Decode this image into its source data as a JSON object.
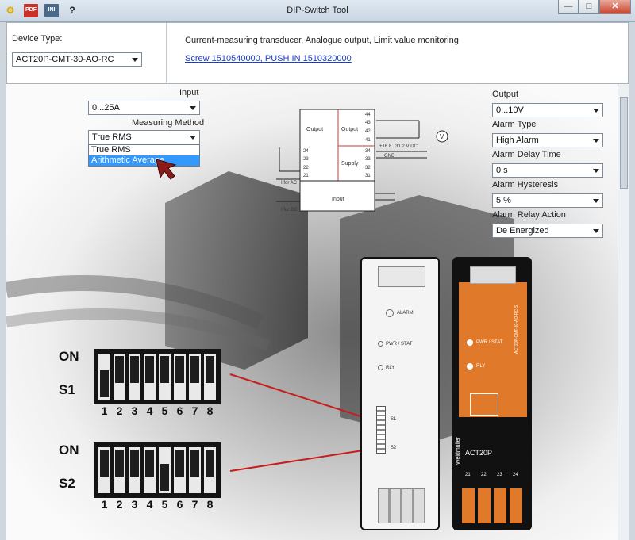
{
  "app": {
    "title": "DIP-Switch Tool",
    "toolbar_icons": [
      "settings-icon",
      "pdf-icon",
      "ini-icon",
      "help-icon"
    ],
    "toolbar_labels": {
      "pdf": "PDF",
      "ini": "INI",
      "help": "?"
    },
    "window_buttons": {
      "minimize": "—",
      "maximize": "□",
      "close": "✕"
    }
  },
  "header": {
    "device_type_label": "Device Type:",
    "device_type_value": "ACT20P-CMT-30-AO-RC",
    "description": "Current-measuring transducer, Analogue output, Limit value monitoring",
    "link_text": "Screw 1510540000, PUSH IN 1510320000"
  },
  "left_panel": {
    "input_label": "Input",
    "input_value": "0...25A",
    "method_label": "Measuring Method",
    "method_value": "True RMS",
    "method_options": [
      "True RMS",
      "Arithmetic Average"
    ],
    "method_highlighted_index": 1
  },
  "right_panel": {
    "output_label": "Output",
    "output_value": "0...10V",
    "alarm_type_label": "Alarm Type",
    "alarm_type_value": "High Alarm",
    "alarm_delay_label": "Alarm Delay Time",
    "alarm_delay_value": "0 s",
    "alarm_hysteresis_label": "Alarm Hysteresis",
    "alarm_hysteresis_value": "5 %",
    "alarm_relay_label": "Alarm Relay Action",
    "alarm_relay_value": "De Energized"
  },
  "diagram": {
    "block_output_left": "Output",
    "block_output_right": "Output",
    "block_supply": "Supply",
    "block_input": "Input",
    "pins_right": [
      "44",
      "43",
      "42",
      "41",
      "34",
      "33",
      "32",
      "31"
    ],
    "pins_left": [
      "24",
      "23",
      "22",
      "21"
    ],
    "supply_text": "+16.8...31.2 V DC",
    "gnd_text": "GND",
    "iac_text": "I for AC",
    "idc_text": "I for DC",
    "voltmeter": "V"
  },
  "dip": {
    "on_label": "ON",
    "s1_label": "S1",
    "s2_label": "S2",
    "numbers": [
      "1",
      "2",
      "3",
      "4",
      "5",
      "6",
      "7",
      "8"
    ],
    "s1_positions": [
      "off",
      "on",
      "on",
      "on",
      "on",
      "on",
      "on",
      "on"
    ],
    "s2_positions": [
      "on",
      "on",
      "on",
      "on",
      "off",
      "on",
      "on",
      "on"
    ]
  },
  "devices": {
    "alarm_led": "ALARM",
    "pwr_led": "PWR / STAT",
    "rly_led": "RLY",
    "s1": "S1",
    "s2": "S2",
    "brand": "Weidmüller",
    "model": "ACT20P",
    "model_full": "ACT20P-CMT-30-AO-RC-S",
    "terminals": [
      "21",
      "22",
      "23",
      "24"
    ],
    "accent_color": "#e07a2a"
  }
}
